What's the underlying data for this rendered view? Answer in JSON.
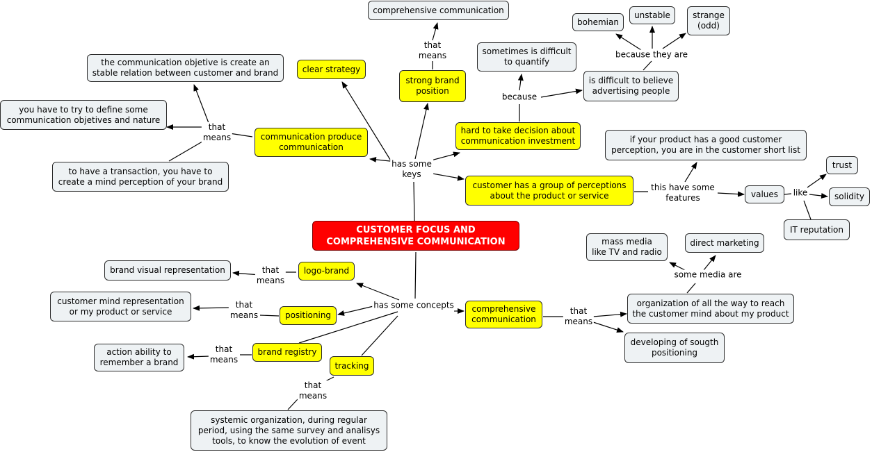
{
  "colors": {
    "central": "#ff0000",
    "key_node": "#ffff00",
    "note_node": "#eef2f4",
    "line": "#000000"
  },
  "nodes": [
    {
      "id": "central",
      "text": "CUSTOMER FOCUS AND\nCOMPREHENSIVE COMMUNICATION",
      "style": "red"
    },
    {
      "id": "clear-strategy",
      "text": "clear strategy",
      "style": "yellow"
    },
    {
      "id": "strong-brand",
      "text": "strong brand\nposition",
      "style": "yellow"
    },
    {
      "id": "comp-comm-top",
      "text": "comprehensive communication",
      "style": "gray"
    },
    {
      "id": "hard-decision",
      "text": "hard to take decision about\ncommunication investment",
      "style": "yellow"
    },
    {
      "id": "difficult-quantify",
      "text": "sometimes is difficult\nto quantify",
      "style": "gray"
    },
    {
      "id": "difficult-believe",
      "text": "is difficult to believe\nadvertising people",
      "style": "gray"
    },
    {
      "id": "bohemian",
      "text": "bohemian",
      "style": "gray"
    },
    {
      "id": "unstable",
      "text": "unstable",
      "style": "gray"
    },
    {
      "id": "strange",
      "text": "strange\n(odd)",
      "style": "gray"
    },
    {
      "id": "comm-produce",
      "text": "communication produce\ncommunication",
      "style": "yellow"
    },
    {
      "id": "stable-relation",
      "text": "the communication objetive is create an\nstable relation between customer and brand",
      "style": "gray"
    },
    {
      "id": "define-objetives",
      "text": "you have to try to define some\ncommunication objetives and nature",
      "style": "gray"
    },
    {
      "id": "mind-perception",
      "text": "to have a transaction, you have to\ncreate a mind perception of your brand",
      "style": "gray"
    },
    {
      "id": "perceptions",
      "text": "customer has a group of perceptions\nabout the product or service",
      "style": "yellow"
    },
    {
      "id": "short-list",
      "text": "if your product has a good customer\nperception, you are in the customer short list",
      "style": "gray"
    },
    {
      "id": "values",
      "text": "values",
      "style": "gray"
    },
    {
      "id": "trust",
      "text": "trust",
      "style": "gray"
    },
    {
      "id": "solidity",
      "text": "solidity",
      "style": "gray"
    },
    {
      "id": "it-reputation",
      "text": "IT reputation",
      "style": "gray"
    },
    {
      "id": "logo-brand",
      "text": "logo-brand",
      "style": "yellow"
    },
    {
      "id": "brand-visual",
      "text": "brand visual representation",
      "style": "gray"
    },
    {
      "id": "positioning",
      "text": "positioning",
      "style": "yellow"
    },
    {
      "id": "mind-representation",
      "text": "customer mind representation\nor my product or service",
      "style": "gray"
    },
    {
      "id": "brand-registry",
      "text": "brand registry",
      "style": "yellow"
    },
    {
      "id": "action-ability",
      "text": "action ability to\nremember a brand",
      "style": "gray"
    },
    {
      "id": "tracking",
      "text": "tracking",
      "style": "yellow"
    },
    {
      "id": "systemic-org",
      "text": "systemic organization, during regular\nperiod, using the same survey and analisys\ntools, to know the evolution of event",
      "style": "gray"
    },
    {
      "id": "comp-comm",
      "text": "comprehensive\ncommunication",
      "style": "yellow"
    },
    {
      "id": "organization-reach",
      "text": "organization of all the way to reach\nthe customer mind about my product",
      "style": "gray"
    },
    {
      "id": "sougth-positioning",
      "text": "developing of sougth\npositioning",
      "style": "gray"
    },
    {
      "id": "mass-media",
      "text": "mass media\nlike TV and radio",
      "style": "gray"
    },
    {
      "id": "direct-marketing",
      "text": "direct marketing",
      "style": "gray"
    }
  ],
  "labels": [
    {
      "id": "has-some-keys",
      "text": "has some\nkeys"
    },
    {
      "id": "that-means-brand",
      "text": "that\nmeans"
    },
    {
      "id": "because",
      "text": "because"
    },
    {
      "id": "because-they-are",
      "text": "because they are"
    },
    {
      "id": "that-means-comm",
      "text": "that\nmeans"
    },
    {
      "id": "this-have-features",
      "text": "this have some\nfeatures"
    },
    {
      "id": "like",
      "text": "like"
    },
    {
      "id": "has-some-concepts",
      "text": "has some concepts"
    },
    {
      "id": "that-means-logo",
      "text": "that\nmeans"
    },
    {
      "id": "that-means-positioning",
      "text": "that\nmeans"
    },
    {
      "id": "that-means-registry",
      "text": "that\nmeans"
    },
    {
      "id": "that-means-tracking",
      "text": "that\nmeans"
    },
    {
      "id": "that-means-comp",
      "text": "that\nmeans"
    },
    {
      "id": "some-media-are",
      "text": "some media are"
    }
  ]
}
